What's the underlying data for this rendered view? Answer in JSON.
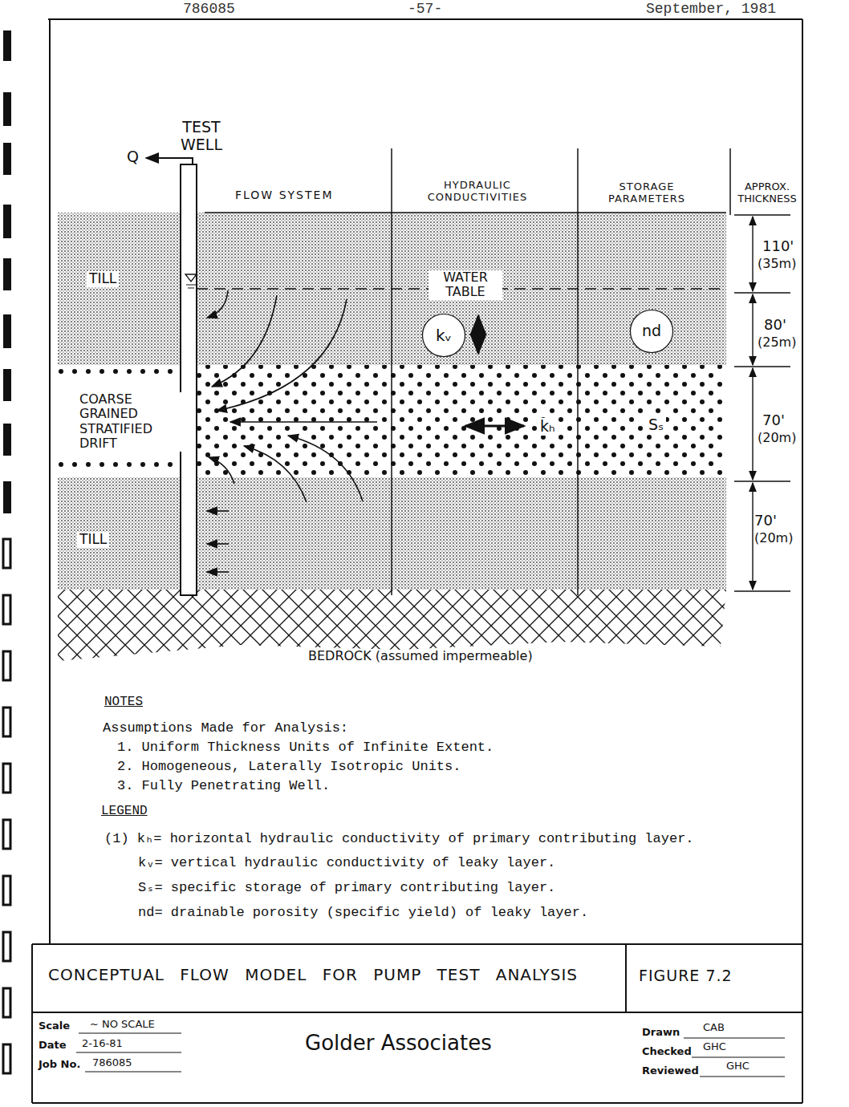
{
  "diagram": {
    "nodes": [
      {
        "text": [
          "TILL",
          "WATER TABLE"
        ]
      },
      {
        "text": [
          "kᵥ"
        ],
        "in": 0
      },
      {
        "text": [
          "nd"
        ],
        "in": 0
      },
      {
        "text": [
          "COARSE GRAINED STRATIFIED DRIFT",
          "kₕ",
          "Sₛ"
        ]
      },
      {
        "text": [
          "TILL"
        ]
      },
      {
        "text": [
          "BEDROCK (assumed impermeable)"
        ]
      },
      {
        "text": [
          "CONCEPTUAL FLOW MODEL FOR PUMP TEST ANALYSIS"
        ]
      },
      {
        "text": [
          "FIGURE 7.2"
        ]
      }
    ],
    "labels": [
      "786085",
      "-57-",
      "September, 1981",
      "TEST WELL",
      "Q",
      "FLOW SYSTEM",
      "HYDRAULIC CONDUCTIVITIES",
      "STORAGE PARAMETERS",
      "APPROX. THICKNESS",
      "110'",
      "(35m)",
      "80'",
      "(25m)",
      "70'",
      "(20m)",
      "70'",
      "(20m)",
      "NOTES",
      "Assumptions Made for Analysis:",
      "1. Uniform Thickness Units of Infinite Extent.",
      "2. Homogeneous, Laterally Isotropic Units.",
      "3. Fully Penetrating Well.",
      "LEGEND",
      "(1) kₕ= horizontal hydraulic conductivity of primary contributing layer.",
      "kᵥ= vertical hydraulic conductivity of leaky layer.",
      "Sₛ= specific storage of primary contributing layer.",
      "nd= drainable porosity (specific yield) of leaky layer.",
      "Scale",
      "~ NO SCALE",
      "Date",
      "2-16-81",
      "Job No.",
      "786085",
      "Golder Associates",
      "Drawn",
      "CAB",
      "Checked",
      "GHC",
      "Reviewed",
      "GHC"
    ]
  }
}
